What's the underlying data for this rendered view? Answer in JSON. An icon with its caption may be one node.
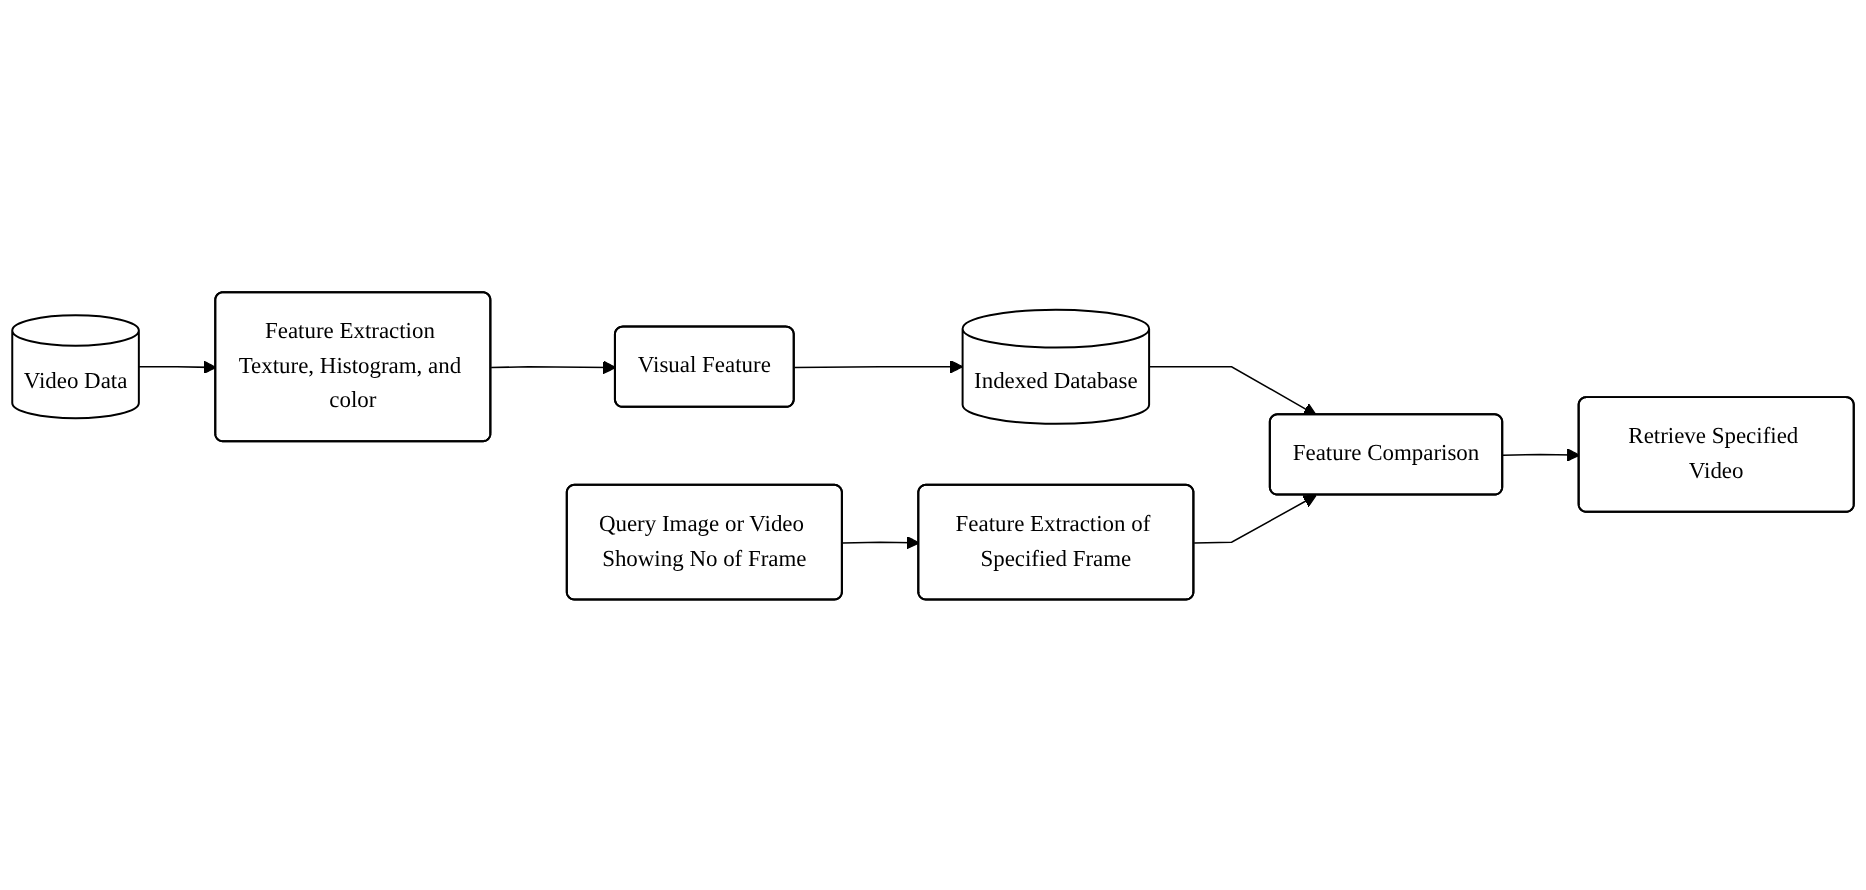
{
  "diagram": {
    "nodes": [
      {
        "text": [
          "Video Data"
        ]
      },
      {
        "text": [
          "Feature Extraction Texture, Histogram, and color"
        ]
      },
      {
        "text": [
          "Visual Feature"
        ]
      },
      {
        "text": [
          "Indexed Database"
        ]
      },
      {
        "text": [
          "Query Image or Video Showing No of Frame"
        ]
      },
      {
        "text": [
          "Feature Extraction of Specified Frame"
        ]
      },
      {
        "text": [
          "Feature Comparison"
        ]
      },
      {
        "text": [
          "Retrieve Specified Video"
        ]
      }
    ],
    "edges": [
      {
        "from": 0,
        "to": 1,
        "arrow": "to"
      },
      {
        "from": 1,
        "to": 2,
        "arrow": "to"
      },
      {
        "from": 2,
        "to": 3,
        "arrow": "to"
      },
      {
        "from": 3,
        "to": 6,
        "arrow": "to"
      },
      {
        "from": 4,
        "to": 5,
        "arrow": "to"
      },
      {
        "from": 5,
        "to": 6,
        "arrow": "to"
      },
      {
        "from": 6,
        "to": 7,
        "arrow": "to"
      }
    ]
  }
}
